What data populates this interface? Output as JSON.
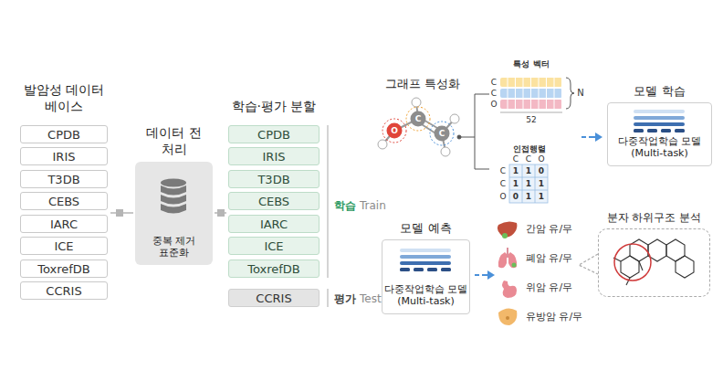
{
  "diagram": {
    "nodes": [
      {
        "text": [
          "CPDB"
        ]
      },
      {
        "text": [
          "IRIS"
        ]
      },
      {
        "text": [
          "T3DB"
        ]
      },
      {
        "text": [
          "CEBS"
        ]
      },
      {
        "text": [
          "IARC"
        ]
      },
      {
        "text": [
          "ICE"
        ]
      },
      {
        "text": [
          "ToxrefDB"
        ]
      },
      {
        "text": [
          "CCRIS"
        ]
      },
      {
        "text": [
          "데이터 전처리",
          "중복 제거 표준화"
        ]
      },
      {
        "text": [
          "CPDB"
        ]
      },
      {
        "text": [
          "IRIS"
        ]
      },
      {
        "text": [
          "T3DB"
        ]
      },
      {
        "text": [
          "CEBS"
        ]
      },
      {
        "text": [
          "IARC"
        ]
      },
      {
        "text": [
          "ICE"
        ]
      },
      {
        "text": [
          "ToxrefDB"
        ]
      },
      {
        "text": [
          "CCRIS"
        ]
      },
      {
        "text": [
          "모델 학습",
          "다중작업학습 모델 (Multi-task)"
        ]
      },
      {
        "text": [
          "모델 예측",
          "다중작업학습 모델 (Multi-task)"
        ]
      },
      {
        "text": [
          "분자 하위구조 분석"
        ]
      }
    ],
    "labels": [
      "발암성 데이터베이스",
      "학습·평가 분할",
      "학습",
      "Train",
      "평가",
      "Test",
      "그래프 특성화",
      "O",
      "C",
      "C",
      "특성 벡터",
      "C",
      "C",
      "O",
      "N",
      "52",
      "인접행렬",
      "C",
      "C",
      "O",
      "C",
      "1",
      "1",
      "0",
      "C",
      "1",
      "1",
      "1",
      "O",
      "0",
      "1",
      "1",
      "간암 유/무",
      "폐암 유/무",
      "위암 유/무",
      "유방암 유/무"
    ]
  }
}
